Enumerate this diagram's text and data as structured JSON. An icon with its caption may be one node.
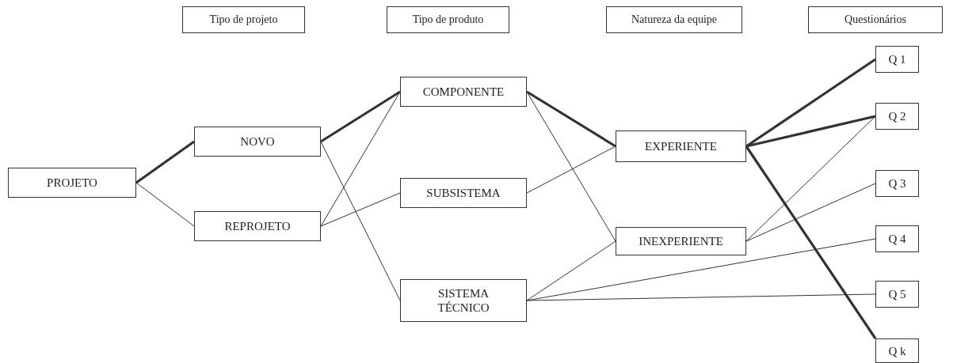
{
  "diagram": {
    "nodes": [
      {
        "text": [
          "Tipo de projeto"
        ]
      },
      {
        "text": [
          "Tipo de produto"
        ]
      },
      {
        "text": [
          "Natureza da equipe"
        ]
      },
      {
        "text": [
          "Questionários"
        ]
      },
      {
        "text": [
          "PROJETO"
        ]
      },
      {
        "text": [
          "NOVO"
        ]
      },
      {
        "text": [
          "REPROJETO"
        ]
      },
      {
        "text": [
          "COMPONENTE"
        ]
      },
      {
        "text": [
          "SUBSISTEMA"
        ]
      },
      {
        "text": [
          "SISTEMA TÉCNICO"
        ]
      },
      {
        "text": [
          "EXPERIENTE"
        ]
      },
      {
        "text": [
          "INEXPERIENTE"
        ]
      },
      {
        "text": [
          "Q 1"
        ]
      },
      {
        "text": [
          "Q 2"
        ]
      },
      {
        "text": [
          "Q 3"
        ]
      },
      {
        "text": [
          "Q 4"
        ]
      },
      {
        "text": [
          "Q 5"
        ]
      },
      {
        "text": [
          "Q k"
        ]
      }
    ],
    "edges": [
      {
        "from": 4,
        "to": 5,
        "arrow": "none",
        "style": "thick"
      },
      {
        "from": 4,
        "to": 6,
        "arrow": "none"
      },
      {
        "from": 5,
        "to": 7,
        "arrow": "none",
        "style": "thick"
      },
      {
        "from": 5,
        "to": 9,
        "arrow": "none"
      },
      {
        "from": 6,
        "to": 7,
        "arrow": "none"
      },
      {
        "from": 6,
        "to": 8,
        "arrow": "none"
      },
      {
        "from": 7,
        "to": 10,
        "arrow": "none",
        "style": "thick"
      },
      {
        "from": 7,
        "to": 11,
        "arrow": "none"
      },
      {
        "from": 8,
        "to": 10,
        "arrow": "none"
      },
      {
        "from": 9,
        "to": 11,
        "arrow": "none"
      },
      {
        "from": 9,
        "to": 15,
        "arrow": "none"
      },
      {
        "from": 9,
        "to": 16,
        "arrow": "none"
      },
      {
        "from": 10,
        "to": 12,
        "arrow": "none",
        "style": "thick"
      },
      {
        "from": 10,
        "to": 13,
        "arrow": "none",
        "style": "thick"
      },
      {
        "from": 10,
        "to": 17,
        "arrow": "none",
        "style": "thick"
      },
      {
        "from": 11,
        "to": 13,
        "arrow": "none"
      },
      {
        "from": 11,
        "to": 14,
        "arrow": "none"
      }
    ]
  }
}
